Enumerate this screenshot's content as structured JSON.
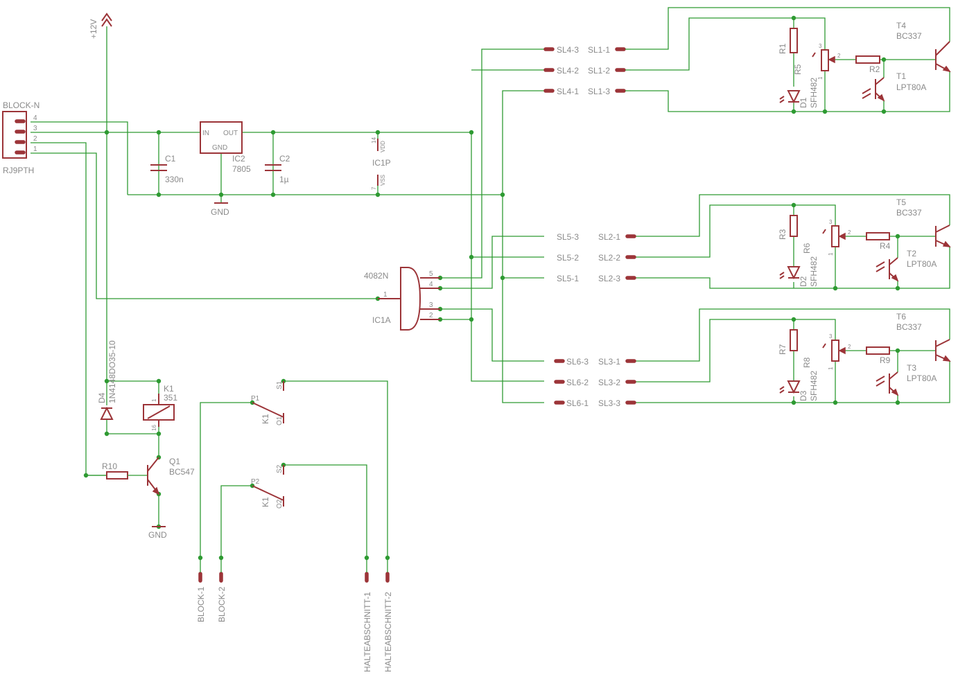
{
  "supply": {
    "v12": "+12V",
    "gnd": "GND"
  },
  "connector": {
    "name": "BLOCK-N",
    "value": "RJ9PTH",
    "pins": [
      "4",
      "3",
      "2",
      "1"
    ]
  },
  "regulator": {
    "name": "IC2",
    "value": "7805",
    "in": "IN",
    "out": "OUT",
    "gnd": "GND"
  },
  "caps": [
    {
      "name": "C1",
      "value": "330n"
    },
    {
      "name": "C2",
      "value": "1µ"
    }
  ],
  "ic1p": {
    "name": "IC1P",
    "vdd_pin": "14",
    "vdd": "VDD",
    "vss_pin": "7",
    "vss": "VSS"
  },
  "gate": {
    "type": "4082N",
    "name": "IC1A",
    "pins": [
      "5",
      "4",
      "1",
      "3",
      "2"
    ]
  },
  "relay": {
    "name": "K1",
    "value": "351",
    "pin1": "1",
    "pin16": "16"
  },
  "diode_d4": {
    "name": "D4",
    "value": "1N4148DO35-10"
  },
  "q1": {
    "name": "Q1",
    "value": "BC547"
  },
  "r10": {
    "name": "R10"
  },
  "switches": [
    {
      "p": "P1",
      "s": "S1",
      "o": "O1",
      "k": "K1"
    },
    {
      "p": "P2",
      "s": "S2",
      "o": "O2",
      "k": "K1"
    }
  ],
  "outputs": [
    "BLOCK-1",
    "BLOCK-2",
    "HALTEABSCHNITT-1",
    "HALTEABSCHNITT-2"
  ],
  "pairs": [
    [
      "SL4-3",
      "SL1-1"
    ],
    [
      "SL4-2",
      "SL1-2"
    ],
    [
      "SL4-1",
      "SL1-3"
    ],
    [
      "SL5-3",
      "SL2-1"
    ],
    [
      "SL5-2",
      "SL2-2"
    ],
    [
      "SL5-1",
      "SL2-3"
    ],
    [
      "SL6-3",
      "SL3-1"
    ],
    [
      "SL6-2",
      "SL3-2"
    ],
    [
      "SL6-1",
      "SL3-3"
    ]
  ],
  "sensors": [
    {
      "t": "T4",
      "tv": "BC337",
      "r_a": "R1",
      "r_b": "R5",
      "d": "D1",
      "dv": "SFH482",
      "r_c": "R2",
      "ph": "T1",
      "phv": "LPT80A"
    },
    {
      "t": "T5",
      "tv": "BC337",
      "r_a": "R3",
      "r_b": "R6",
      "d": "D2",
      "dv": "SFH482",
      "r_c": "R4",
      "ph": "T2",
      "phv": "LPT80A"
    },
    {
      "t": "T6",
      "tv": "BC337",
      "r_a": "R7",
      "r_b": "R8",
      "d": "D3",
      "dv": "SFH482",
      "r_c": "R9",
      "ph": "T3",
      "phv": "LPT80A"
    }
  ],
  "pot_pins": [
    "3",
    "2",
    "1"
  ]
}
